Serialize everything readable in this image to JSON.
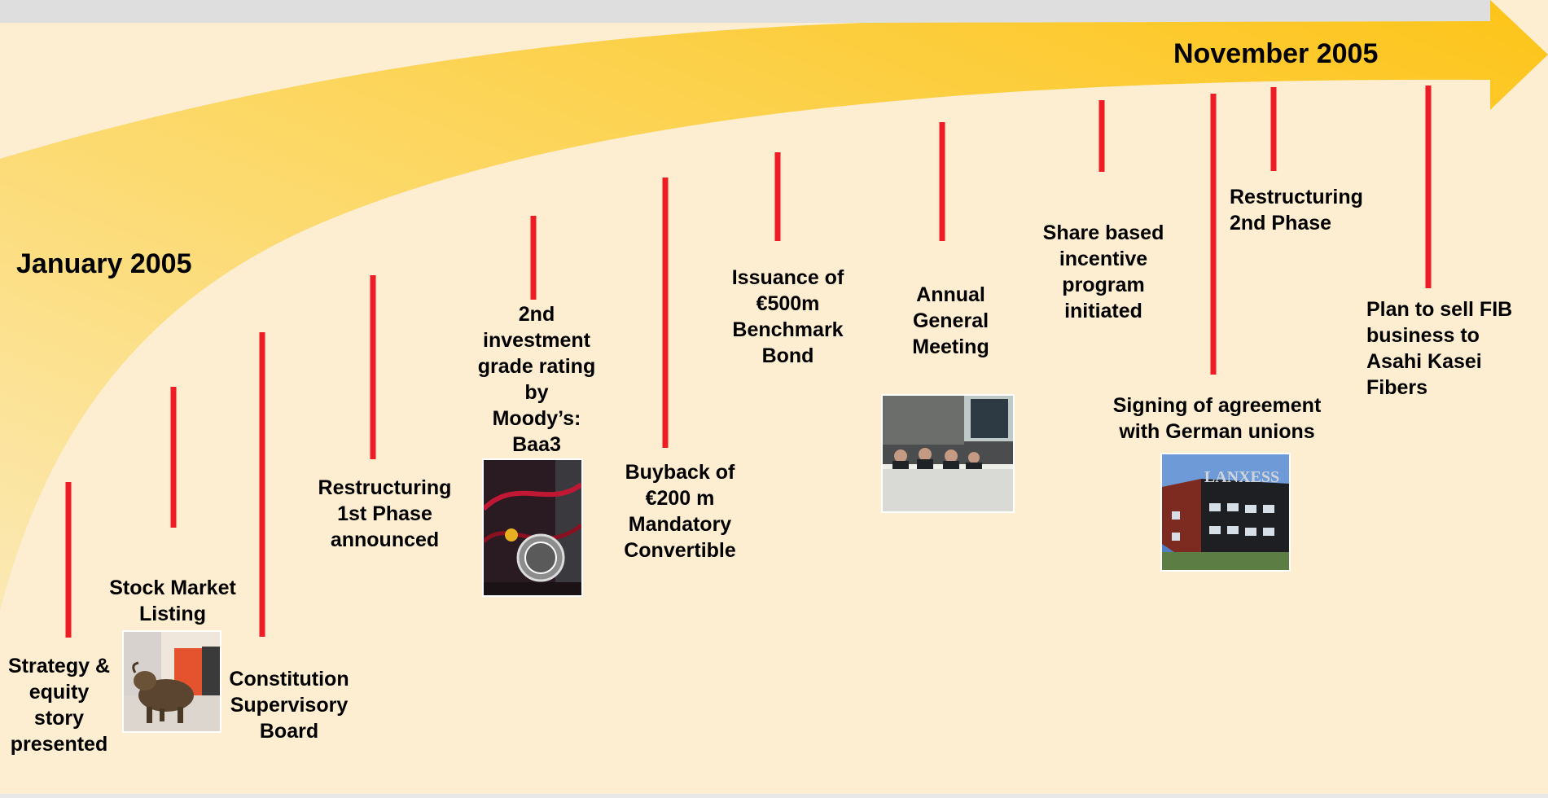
{
  "dates": {
    "start": "January 2005",
    "end": "November 2005"
  },
  "colors": {
    "background": "#fdedd1",
    "arrow_light": "#fbe5a6",
    "arrow_dark": "#fdc822",
    "marker": "#ee1c25"
  },
  "milestones": [
    {
      "label": "Strategy &\nequity\nstory\npresented"
    },
    {
      "label": "Stock Market\nListing"
    },
    {
      "label": "Constitution\nSupervisory\nBoard"
    },
    {
      "label": "Restructuring\n1st Phase\nannounced"
    },
    {
      "label": "2nd\ninvestment\ngrade rating\nby\nMoody’s:\nBaa3"
    },
    {
      "label": "Buyback of\n€200 m\nMandatory\nConvertible"
    },
    {
      "label": "Issuance of\n€500m\nBenchmark\nBond"
    },
    {
      "label": "Annual\nGeneral\nMeeting"
    },
    {
      "label": "Share based\nincentive\nprogram\ninitiated"
    },
    {
      "label": "Signing of agreement\nwith German unions"
    },
    {
      "label": "Restructuring\n2nd Phase"
    },
    {
      "label": "Plan to sell FIB\nbusiness to\nAsahi Kasei\nFibers"
    }
  ],
  "photos": {
    "bull": "bull-statue-photo",
    "rating": "standard-and-poors-photo",
    "agm": "general-meeting-photo",
    "building": "lanxess-building-photo",
    "building_sign": "LANXESS"
  }
}
